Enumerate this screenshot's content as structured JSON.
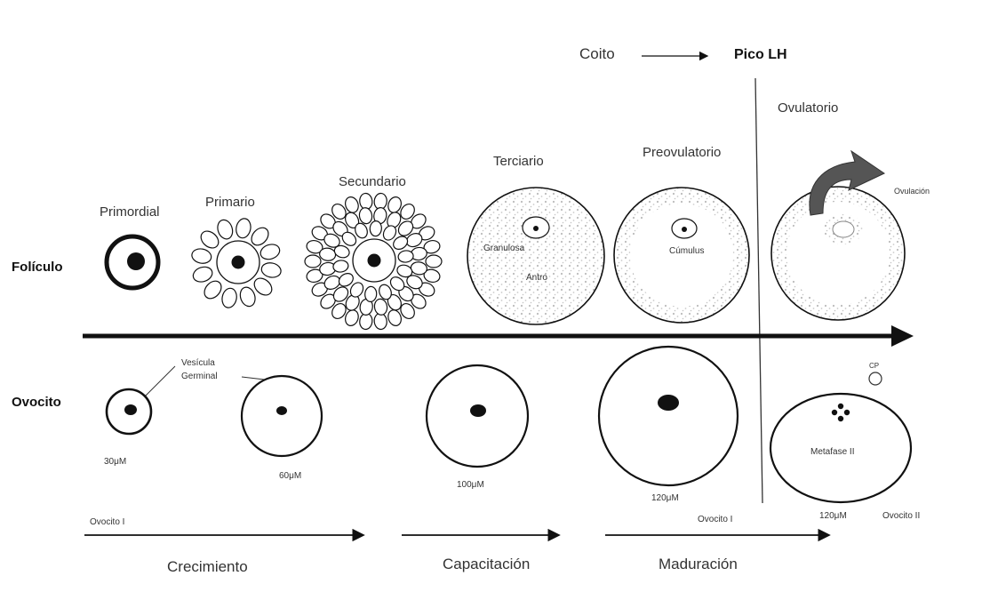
{
  "header": {
    "coito": "Coito",
    "pico_lh": "Pico LH"
  },
  "rows": {
    "foliculo": "Folículo",
    "ovocito": "Ovocito"
  },
  "follicle_stages": {
    "primordial": "Primordial",
    "primario": "Primario",
    "secundario": "Secundario",
    "terciario": "Terciario",
    "preovulatorio": "Preovulatorio",
    "ovulatorio": "Ovulatorio"
  },
  "follicle_labels": {
    "granulosa": "Granulosa",
    "antro": "Antro",
    "cumulus": "Cúmulus",
    "ovulacion": "Ovulación"
  },
  "oocyte_labels": {
    "vesicula_l1": "Vesícula",
    "vesicula_l2": "Germinal",
    "size_30": "30μM",
    "size_60": "60μM",
    "size_100": "100μM",
    "size_120a": "120μM",
    "size_120b": "120μM",
    "metafase": "Metafase II",
    "cp": "CP"
  },
  "oocyte_types": {
    "ovocito_i_a": "Ovocito I",
    "ovocito_i_b": "Ovocito I",
    "ovocito_ii": "Ovocito II"
  },
  "phases": {
    "crecimiento": "Crecimiento",
    "capacitacion": "Capacitación",
    "maduracion": "Maduración"
  }
}
